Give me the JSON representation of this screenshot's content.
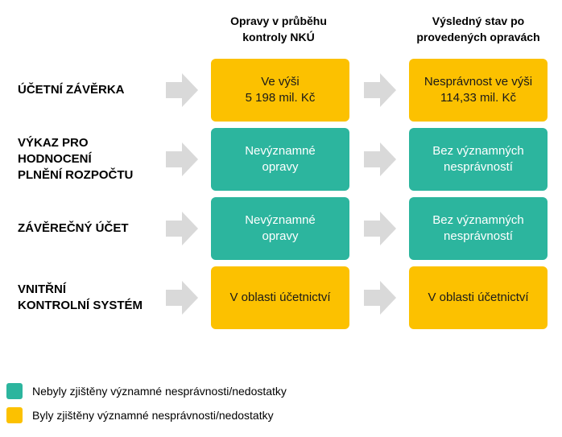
{
  "colors": {
    "teal": "#2cb59e",
    "yellow": "#fcc100",
    "arrow": "#d9d9d9"
  },
  "header": {
    "col1": [
      "Opravy v průběhu",
      "kontroly NKÚ"
    ],
    "col2": [
      "Výsledný stav po",
      "provedených opravách"
    ]
  },
  "rows": [
    {
      "label": [
        "ÚČETNÍ ZÁVĚRKA"
      ],
      "col1": {
        "lines": [
          "Ve výši",
          "5 198 mil. Kč"
        ],
        "status": "yellow"
      },
      "col2": {
        "lines": [
          "Nesprávnost ve výši",
          "114,33 mil. Kč"
        ],
        "status": "yellow"
      }
    },
    {
      "label": [
        "VÝKAZ PRO",
        "HODNOCENÍ",
        "PLNĚNÍ ROZPOČTU"
      ],
      "col1": {
        "lines": [
          "Nevýznamné",
          "opravy"
        ],
        "status": "teal"
      },
      "col2": {
        "lines": [
          "Bez významných",
          "nesprávností"
        ],
        "status": "teal"
      }
    },
    {
      "label": [
        "ZÁVĚREČNÝ ÚČET"
      ],
      "col1": {
        "lines": [
          "Nevýznamné",
          "opravy"
        ],
        "status": "teal"
      },
      "col2": {
        "lines": [
          "Bez významných",
          "nesprávností"
        ],
        "status": "teal"
      }
    },
    {
      "label": [
        "VNITŘNÍ",
        "KONTROLNÍ SYSTÉM"
      ],
      "col1": {
        "lines": [
          "V oblasti účetnictví"
        ],
        "status": "yellow"
      },
      "col2": {
        "lines": [
          "V oblasti účetnictví"
        ],
        "status": "yellow"
      }
    }
  ],
  "legend": [
    {
      "text": "Nebyly zjištěny významné nesprávnosti/nedostatky",
      "status": "teal"
    },
    {
      "text": "Byly zjištěny významné nesprávnosti/nedostatky",
      "status": "yellow"
    }
  ]
}
